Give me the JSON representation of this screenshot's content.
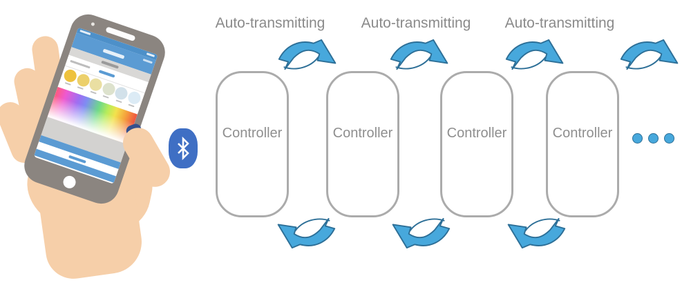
{
  "page": {
    "background": "#ffffff"
  },
  "diagram": {
    "transmit_labels": [
      "Auto-transmitting",
      "Auto-transmitting",
      "Auto-transmitting"
    ],
    "controllers": [
      {
        "label": "Controller"
      },
      {
        "label": "Controller"
      },
      {
        "label": "Controller"
      },
      {
        "label": "Controller"
      }
    ],
    "ellipsis": {
      "dot_count": 3
    },
    "colors": {
      "arrow_fill": "#47a8dc",
      "arrow_stroke": "#2d6f97",
      "box_border": "#ababab",
      "box_text": "#8f8f8f",
      "label_text": "#8a8a8a",
      "dot_fill": "#47a8dc"
    }
  },
  "illustration": {
    "bluetooth_icon_color": "#3f6fc4",
    "hand_skin_color": "#f6cfa9",
    "phone_body_color": "#8b8580",
    "screen_bar_color": "#5b9bd3",
    "screen_preset_colors": [
      "#eec23e",
      "#ecd06b",
      "#eadfa2",
      "#dde2cd",
      "#d2e1ea",
      "#dcebf5"
    ]
  }
}
